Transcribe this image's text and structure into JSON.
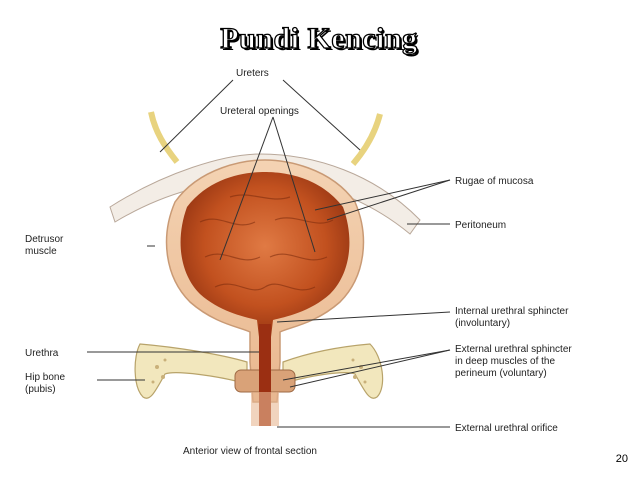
{
  "slide": {
    "title": "Pundi Kencing",
    "page_number": "20"
  },
  "diagram": {
    "caption": "Anterior view of frontal section",
    "labels": {
      "ureters": "Ureters",
      "ureteral_openings": "Ureteral openings",
      "rugae": "Rugae of mucosa",
      "peritoneum": "Peritoneum",
      "detrusor_1": "Detrusor",
      "detrusor_2": "muscle",
      "internal_sphincter_1": "Internal urethral sphincter",
      "internal_sphincter_2": "(involuntary)",
      "external_sphincter_1": "External urethral sphincter",
      "external_sphincter_2": "in deep muscles of the",
      "external_sphincter_3": "perineum (voluntary)",
      "urethra": "Urethra",
      "hip_bone_1": "Hip bone",
      "hip_bone_2": "(pubis)",
      "external_orifice": "External urethral orifice"
    }
  },
  "colors": {
    "bladder_wall": "#efc7a1",
    "bladder_lumen": "#b84a1c",
    "bone": "#f2e7bd",
    "ureter": "#e8d37f"
  }
}
